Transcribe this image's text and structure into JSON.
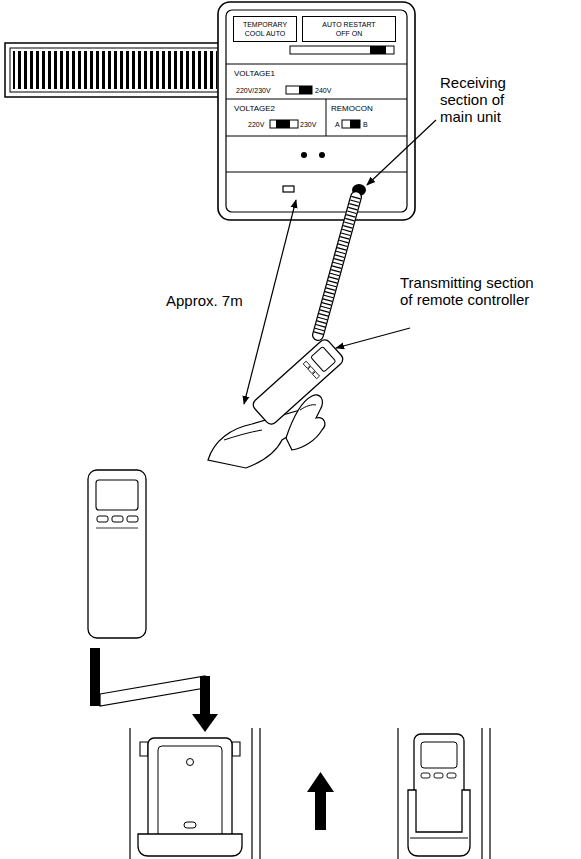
{
  "diagram": {
    "nodes": [
      {
        "text": [
          "TEMPORARY",
          "COOL AUTO"
        ]
      },
      {
        "text": [
          "AUTO RESTART",
          "OFF ON"
        ]
      }
    ],
    "labels": [
      "Receiving section of main unit",
      "Transmitting section of remote controller",
      "Approx. 7m",
      "VOLTAGE1",
      "220V/230V",
      "240V",
      "VOLTAGE2",
      "220V",
      "230V",
      "REMOCON",
      "A",
      "B"
    ]
  }
}
